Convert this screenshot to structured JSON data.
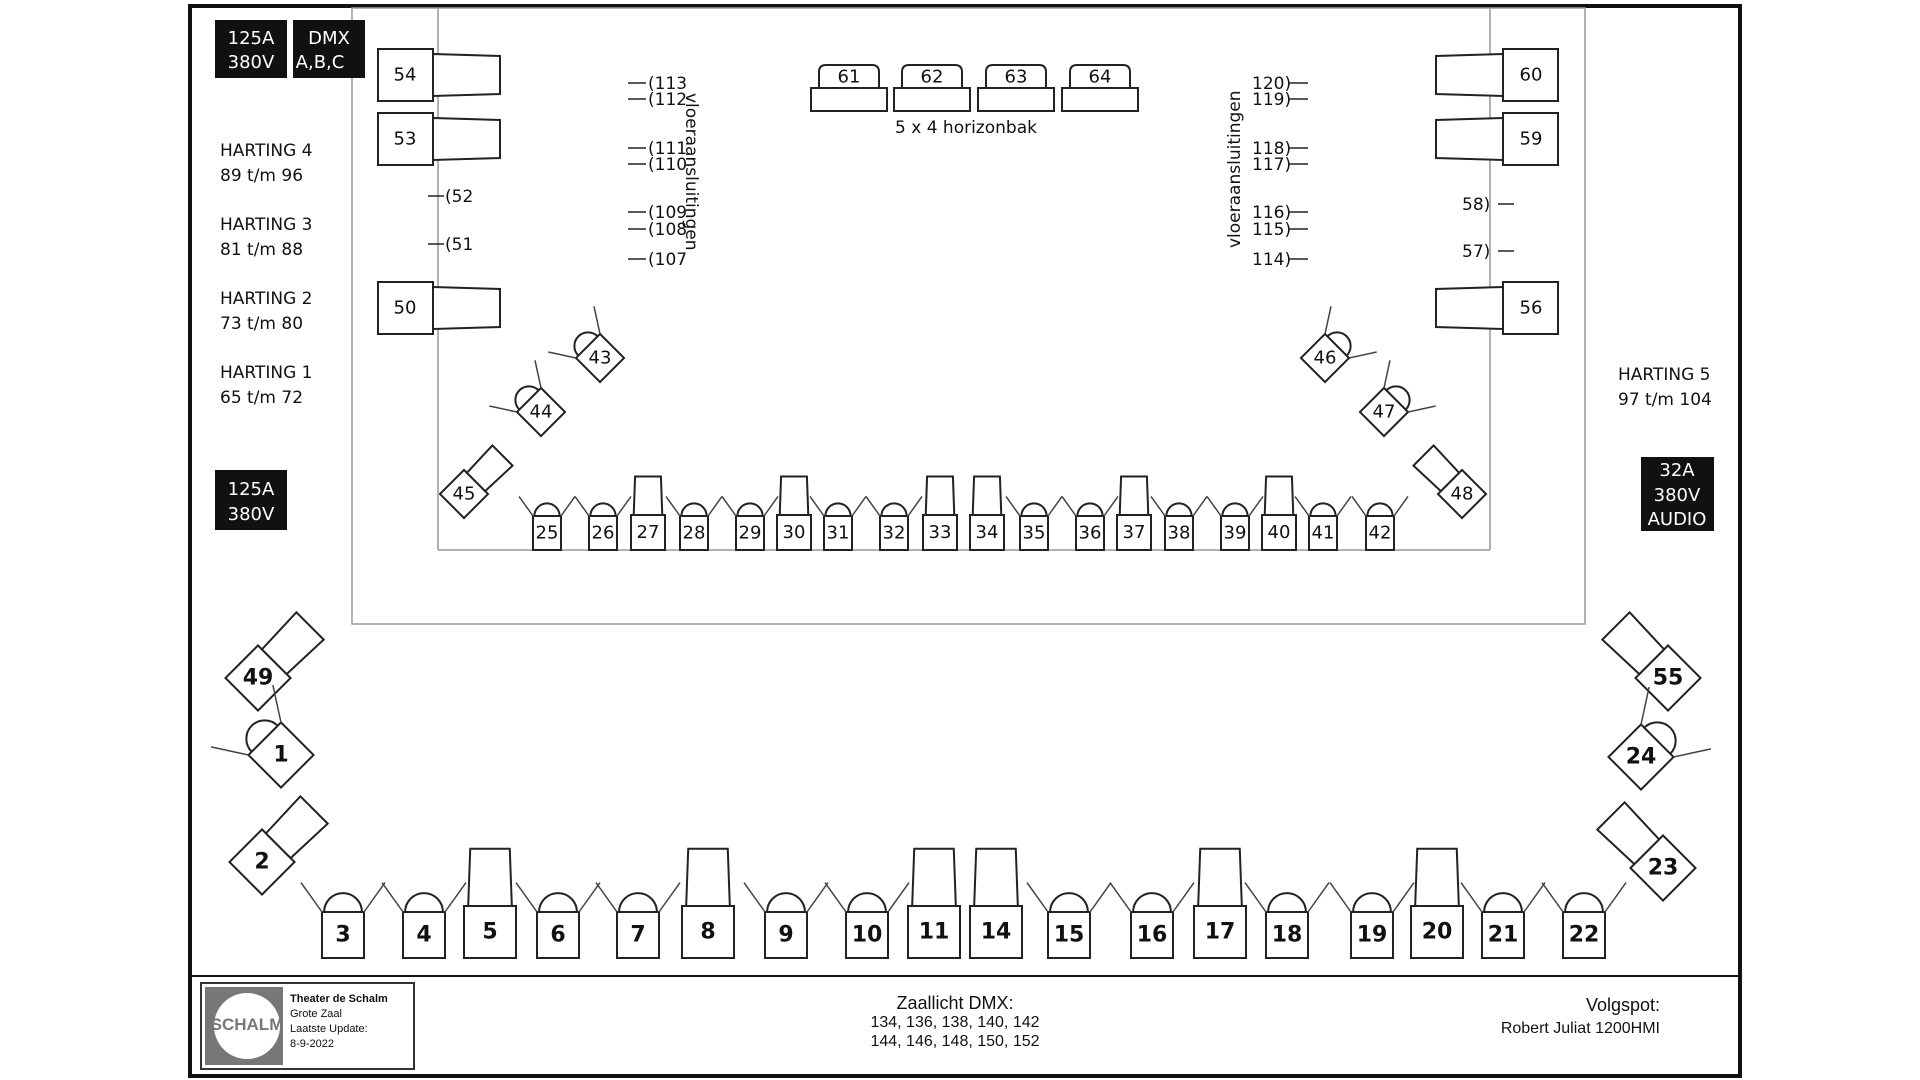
{
  "plan": {
    "horizon_label": "5 x 4 horizonbak",
    "floor_label_left": "vloeraansluitingen",
    "floor_label_right": "vloeraansluitingen",
    "floor_left": [
      "113",
      "112",
      "111",
      "110",
      "109",
      "108",
      "107"
    ],
    "floor_right": [
      "120",
      "119",
      "118",
      "117",
      "116",
      "115",
      "114"
    ],
    "side_hooks": [
      "52",
      "51",
      "58",
      "57"
    ],
    "power_boxes": [
      {
        "id": "pb1",
        "lines": [
          "125A",
          "380V"
        ]
      },
      {
        "id": "pb2",
        "lines": [
          "DMX",
          "A,B,C"
        ]
      },
      {
        "id": "pb3",
        "lines": [
          "125A",
          "380V"
        ]
      },
      {
        "id": "pb4",
        "lines": [
          "32A",
          "380V",
          "AUDIO"
        ]
      }
    ],
    "harting": [
      {
        "name": "HARTING 4",
        "range": "89 t/m 96"
      },
      {
        "name": "HARTING 3",
        "range": "81 t/m 88"
      },
      {
        "name": "HARTING 2",
        "range": "73 t/m 80"
      },
      {
        "name": "HARTING 1",
        "range": "65 t/m 72"
      },
      {
        "name": "HARTING 5",
        "range": "97 t/m 104"
      }
    ],
    "stage_spots": [
      "54",
      "53",
      "50",
      "60",
      "59",
      "56"
    ],
    "horizon": [
      "61",
      "62",
      "63",
      "64"
    ],
    "stage_row": [
      {
        "n": "25",
        "t": "fresnel"
      },
      {
        "n": "26",
        "t": "fresnel"
      },
      {
        "n": "27",
        "t": "profile"
      },
      {
        "n": "28",
        "t": "fresnel"
      },
      {
        "n": "29",
        "t": "fresnel"
      },
      {
        "n": "30",
        "t": "profile"
      },
      {
        "n": "31",
        "t": "fresnel"
      },
      {
        "n": "32",
        "t": "fresnel"
      },
      {
        "n": "33",
        "t": "profile"
      },
      {
        "n": "34",
        "t": "profile"
      },
      {
        "n": "35",
        "t": "fresnel"
      },
      {
        "n": "36",
        "t": "fresnel"
      },
      {
        "n": "37",
        "t": "profile"
      },
      {
        "n": "38",
        "t": "fresnel"
      },
      {
        "n": "39",
        "t": "fresnel"
      },
      {
        "n": "40",
        "t": "profile"
      },
      {
        "n": "41",
        "t": "fresnel"
      },
      {
        "n": "42",
        "t": "fresnel"
      }
    ],
    "stage_diag": [
      "43",
      "44",
      "45",
      "46",
      "47",
      "48"
    ],
    "hall_row": [
      {
        "n": "3",
        "t": "fresnel"
      },
      {
        "n": "4",
        "t": "fresnel"
      },
      {
        "n": "5",
        "t": "profile"
      },
      {
        "n": "6",
        "t": "fresnel"
      },
      {
        "n": "7",
        "t": "fresnel"
      },
      {
        "n": "8",
        "t": "profile"
      },
      {
        "n": "9",
        "t": "fresnel"
      },
      {
        "n": "10",
        "t": "fresnel"
      },
      {
        "n": "11",
        "t": "profile"
      },
      {
        "n": "14",
        "t": "profile"
      },
      {
        "n": "15",
        "t": "fresnel"
      },
      {
        "n": "16",
        "t": "fresnel"
      },
      {
        "n": "17",
        "t": "profile"
      },
      {
        "n": "18",
        "t": "fresnel"
      },
      {
        "n": "19",
        "t": "fresnel"
      },
      {
        "n": "20",
        "t": "profile"
      },
      {
        "n": "21",
        "t": "fresnel"
      },
      {
        "n": "22",
        "t": "fresnel"
      }
    ],
    "hall_diag": [
      "49",
      "1",
      "2",
      "55",
      "24",
      "23"
    ]
  },
  "footer": {
    "logo_text": "SCHALM",
    "theater": "Theater de Schalm",
    "hall": "Grote Zaal",
    "update_label": "Laatste Update:",
    "update_date": "8-9-2022",
    "dmx_title": "Zaallicht DMX:",
    "dmx_line1": "134, 136, 138, 140, 142",
    "dmx_line2": "144, 146, 148, 150, 152",
    "followspot_title": "Volgspot:",
    "followspot_model": "Robert Juliat 1200HMI"
  }
}
